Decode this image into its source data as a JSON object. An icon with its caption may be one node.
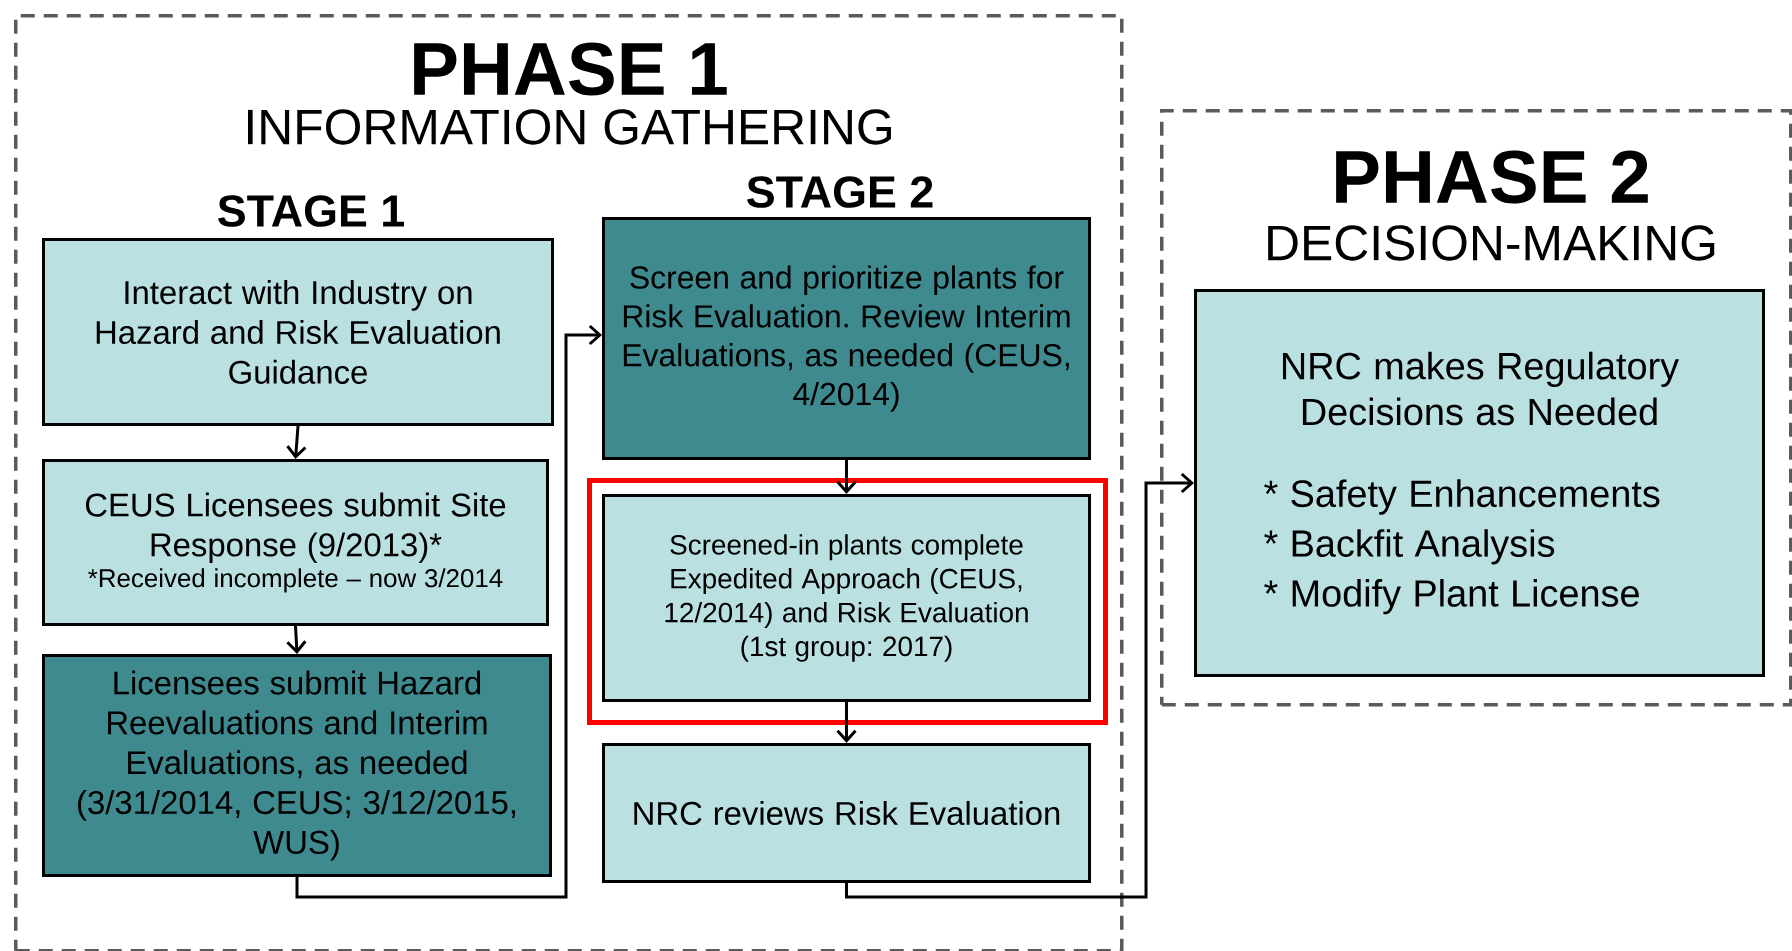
{
  "diagram": {
    "nodes": [
      {
        "text": [
          "PHASE 1",
          "INFORMATION GATHERING"
        ]
      },
      {
        "text": [
          "Interact with Industry on Hazard and Risk Evaluation Guidance"
        ],
        "in": 0
      },
      {
        "text": [
          "CEUS Licensees submit Site Response (9/2013)*",
          "*Received incomplete – now 3/2014"
        ],
        "in": 0
      },
      {
        "text": [
          "Licensees submit Hazard Reevaluations and Interim Evaluations, as needed (3/31/2014, CEUS; 3/12/2015, WUS)"
        ],
        "in": 0
      },
      {
        "text": [
          "Screen and prioritize plants for Risk Evaluation. Review Interim Evaluations, as needed (CEUS, 4/2014)"
        ],
        "in": 0
      },
      {
        "text": [],
        "shape": "box",
        "in": 0
      },
      {
        "text": [
          "Screened-in plants complete Expedited Approach (CEUS, 12/2014) and Risk Evaluation (1st group: 2017)"
        ],
        "in": 5
      },
      {
        "text": [
          "NRC reviews Risk Evaluation"
        ],
        "in": 0
      },
      {
        "text": [
          "PHASE 2",
          "DECISION-MAKING"
        ]
      },
      {
        "text": [
          "NRC makes Regulatory Decisions as Needed",
          "* Safety Enhancements",
          "* Backfit Analysis",
          "* Modify Plant License"
        ],
        "in": 8
      }
    ],
    "edges": [
      {
        "from": 1,
        "to": 2,
        "arrow": "to"
      },
      {
        "from": 2,
        "to": 3,
        "arrow": "to"
      },
      {
        "from": 3,
        "to": 4,
        "arrow": "to"
      },
      {
        "from": 4,
        "to": 6,
        "arrow": "to"
      },
      {
        "from": 6,
        "to": 7,
        "arrow": "to"
      },
      {
        "from": 7,
        "to": 9,
        "arrow": "to"
      }
    ],
    "labels": [
      "STAGE 1",
      "STAGE 2"
    ]
  }
}
